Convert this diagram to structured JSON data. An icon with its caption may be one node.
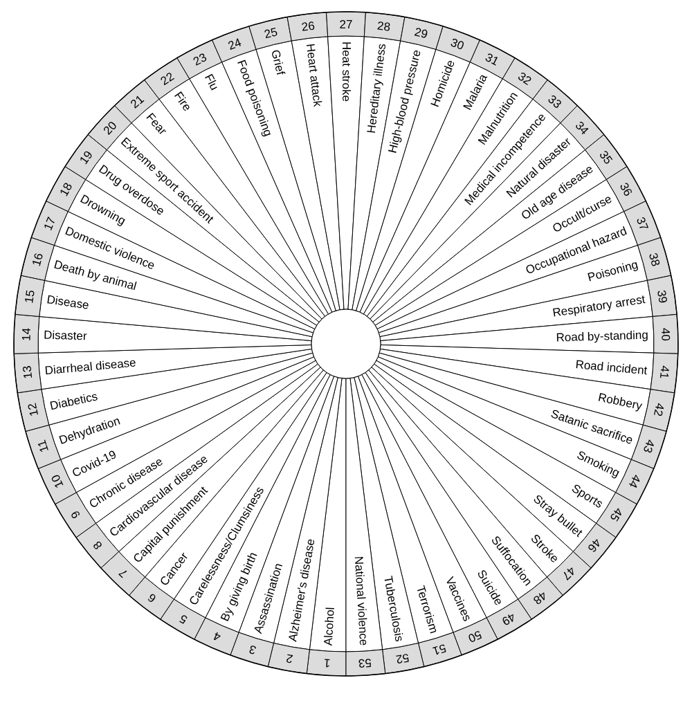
{
  "diagram": {
    "nodes": [
      {
        "text": [
          "1",
          "Alcohol"
        ]
      },
      {
        "text": [
          "2",
          "Alzheimer's disease"
        ]
      },
      {
        "text": [
          "3",
          "Assassination"
        ]
      },
      {
        "text": [
          "4",
          "By giving birth"
        ]
      },
      {
        "text": [
          "5",
          "Carelessness/Clumsiness"
        ]
      },
      {
        "text": [
          "6",
          "Cancer"
        ]
      },
      {
        "text": [
          "7",
          "Capital punishment"
        ]
      },
      {
        "text": [
          "8",
          "Cardiovascular disease"
        ]
      },
      {
        "text": [
          "9",
          "Chronic disease"
        ]
      },
      {
        "text": [
          "10",
          "Covid-19"
        ]
      },
      {
        "text": [
          "11",
          "Dehydration"
        ]
      },
      {
        "text": [
          "12",
          "Diabetics"
        ]
      },
      {
        "text": [
          "13",
          "Diarrheal disease"
        ]
      },
      {
        "text": [
          "14",
          "Disaster"
        ]
      },
      {
        "text": [
          "15",
          "Disease"
        ]
      },
      {
        "text": [
          "16",
          "Death by animal"
        ]
      },
      {
        "text": [
          "17",
          "Domestic violence"
        ]
      },
      {
        "text": [
          "18",
          "Drowning"
        ]
      },
      {
        "text": [
          "19",
          "Drug overdose"
        ]
      },
      {
        "text": [
          "20",
          "Extreme sport accident"
        ]
      },
      {
        "text": [
          "21",
          "Fear"
        ]
      },
      {
        "text": [
          "22",
          "Fire"
        ]
      },
      {
        "text": [
          "23",
          "Flu"
        ]
      },
      {
        "text": [
          "24",
          "Food poisoning"
        ]
      },
      {
        "text": [
          "25",
          "Grief"
        ]
      },
      {
        "text": [
          "26",
          "Heart attack"
        ]
      },
      {
        "text": [
          "27",
          "Heat stroke"
        ]
      },
      {
        "text": [
          "28",
          "Hereditary illness"
        ]
      },
      {
        "text": [
          "29",
          "High-blood pressure"
        ]
      },
      {
        "text": [
          "30",
          "Homicide"
        ]
      },
      {
        "text": [
          "31",
          "Malaria"
        ]
      },
      {
        "text": [
          "32",
          "Malnutrition"
        ]
      },
      {
        "text": [
          "33",
          "Medical incompetence"
        ]
      },
      {
        "text": [
          "34",
          "Natural disaster"
        ]
      },
      {
        "text": [
          "35",
          "Old age disease"
        ]
      },
      {
        "text": [
          "36",
          "Occult/curse"
        ]
      },
      {
        "text": [
          "37",
          "Occupational hazard"
        ]
      },
      {
        "text": [
          "38",
          "Poisoning"
        ]
      },
      {
        "text": [
          "39",
          "Respiratory arrest"
        ]
      },
      {
        "text": [
          "40",
          "Road by-standing"
        ]
      },
      {
        "text": [
          "41",
          "Road incident"
        ]
      },
      {
        "text": [
          "42",
          "Robbery"
        ]
      },
      {
        "text": [
          "43",
          "Satanic sacrifice"
        ]
      },
      {
        "text": [
          "44",
          "Smoking"
        ]
      },
      {
        "text": [
          "45",
          "Sports"
        ]
      },
      {
        "text": [
          "46",
          "Stray bullet"
        ]
      },
      {
        "text": [
          "47",
          "Stroke"
        ]
      },
      {
        "text": [
          "48",
          "Suffocation"
        ]
      },
      {
        "text": [
          "49",
          "Suicide"
        ]
      },
      {
        "text": [
          "50",
          "Vaccines"
        ]
      },
      {
        "text": [
          "51",
          "Terrorism"
        ]
      },
      {
        "text": [
          "52",
          "Tuberculosis"
        ]
      },
      {
        "text": [
          "53",
          "National violence"
        ]
      },
      {
        "text": [],
        "shape": "circle"
      }
    ]
  }
}
